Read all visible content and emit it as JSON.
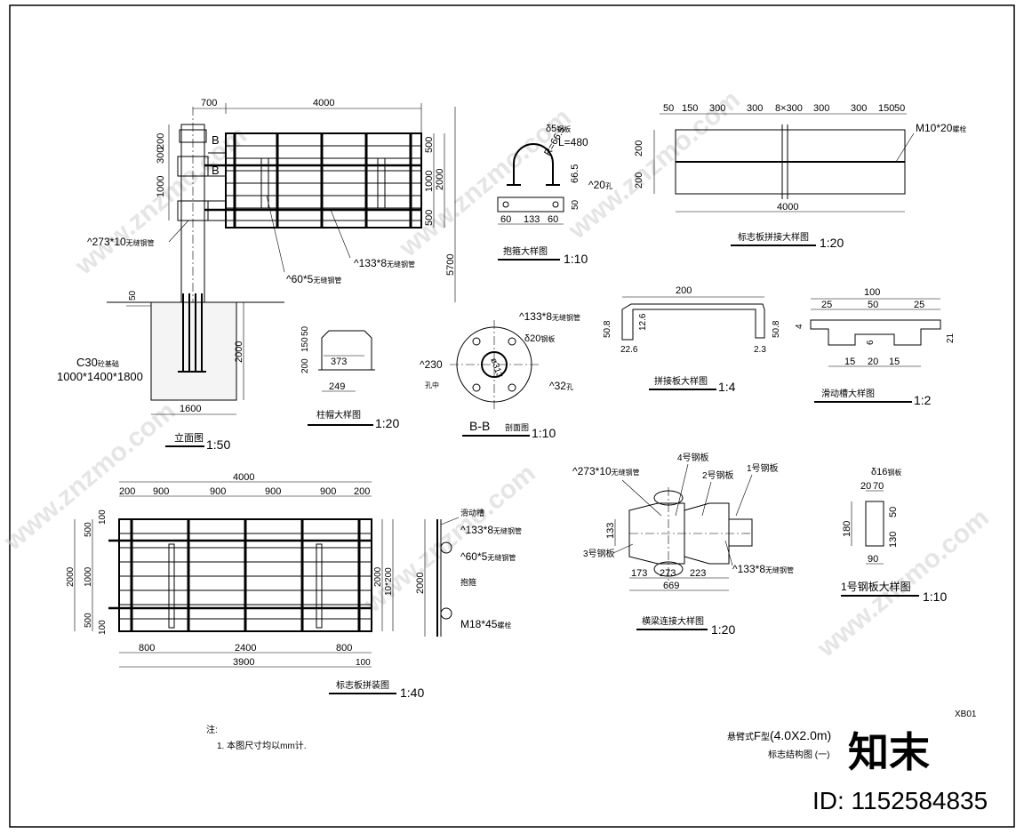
{
  "elevation": {
    "dims_top": [
      "700",
      "4000"
    ],
    "dims_left": [
      "200",
      "300",
      "1000"
    ],
    "dims_right": [
      "500",
      "1000",
      "500",
      "2000",
      "5700"
    ],
    "section_marks": [
      "B",
      "B"
    ],
    "labels": [
      "^273*10",
      "^60*5",
      "^133*8"
    ],
    "label_suffix": [
      "无缝钢管",
      "无缝钢管",
      "无缝钢管"
    ],
    "foundation_label1": "C30",
    "foundation_label1_suffix": "砼基础",
    "foundation_label2": "1000*1400*1800",
    "dim_50": "50",
    "dim_2000": "2000",
    "dim_1600": "1600",
    "title": "立面图",
    "scale": "1:50"
  },
  "clamp": {
    "plate": "δ5",
    "plate_suffix": "钢板",
    "r": "R=66.5",
    "l": "L=480",
    "h": "66.5",
    "hole": "^20",
    "hole_suffix": "孔",
    "dims": [
      "60",
      "133",
      "60"
    ],
    "dim_50": "50",
    "title": "抱箍大样图",
    "scale": "1:10"
  },
  "sign_splice": {
    "dims_top": [
      "50",
      "150",
      "300",
      "300",
      "8×300",
      "300",
      "300",
      "150",
      "50"
    ],
    "dims_left": [
      "200",
      "200"
    ],
    "bolt": "M10*20",
    "bolt_suffix": "螺栓",
    "dim_4000": "4000",
    "title": "标志板拼接大样图",
    "scale": "1:20"
  },
  "cap": {
    "dims_left": [
      "200",
      "150",
      "50"
    ],
    "dim_373": "373",
    "dim_249": "249",
    "title": "柱帽大样图",
    "scale": "1:20"
  },
  "section_bb": {
    "pipe": "^133*8",
    "pipe_suffix": "无缝钢管",
    "plate": "δ20",
    "plate_suffix": "钢板",
    "dia": "^230",
    "dia_sub": "孔中",
    "inner": "ø313",
    "hole": "^32",
    "hole_suffix": "孔",
    "title": "B-B",
    "title_suffix": "剖面图",
    "scale": "1:10"
  },
  "splice_plate": {
    "dim_200": "200",
    "dims": [
      "50.8",
      "12.6",
      "50.8",
      "22.6",
      "2.3"
    ],
    "title": "拼接板大样图",
    "scale": "1:4"
  },
  "slide": {
    "dim_100": "100",
    "dims_top": [
      "25",
      "50",
      "25"
    ],
    "dims": [
      "4",
      "6",
      "21"
    ],
    "dims_bottom": [
      "15",
      "20",
      "15"
    ],
    "title": "滑动槽大样图",
    "scale": "1:2"
  },
  "assembly": {
    "dim_4000": "4000",
    "dims_top": [
      "200",
      "900",
      "900",
      "900",
      "900",
      "200"
    ],
    "dims_left": [
      "100",
      "500",
      "1000",
      "2000",
      "500",
      "100"
    ],
    "dims_right": [
      "2000",
      "10*200"
    ],
    "dims_bottom": [
      "800",
      "2400",
      "800",
      "3900",
      "100"
    ],
    "title": "标志板拼装图",
    "scale": "1:40"
  },
  "side": {
    "labels": [
      "滑动槽",
      "^133*8",
      "^60*5",
      "抱箍",
      "M18*45"
    ],
    "suffixes": [
      "",
      "无缝钢管",
      "无缝钢管",
      "",
      "螺栓"
    ],
    "dim_2000": "2000"
  },
  "beam_joint": {
    "labels": [
      "^273*10",
      "4号钢板",
      "2号钢板",
      "1号钢板",
      "3号钢板",
      "^133*8"
    ],
    "suffixes": [
      "无缝钢管",
      "",
      "",
      "",
      "",
      "无缝钢管"
    ],
    "dims": [
      "133",
      "173",
      "273",
      "223",
      "669"
    ],
    "title": "横梁连接大样图",
    "scale": "1:20"
  },
  "plate1": {
    "plate": "δ16",
    "plate_suffix": "钢板",
    "dims": [
      "20",
      "70",
      "50",
      "180",
      "130",
      "90"
    ],
    "title": "1号钢板大样图",
    "scale": "1:10"
  },
  "notes": {
    "head": "注:",
    "line1": "1. 本图尺寸均以mm计."
  },
  "title_block": {
    "code": "XB01",
    "line1_pre": "悬臂式",
    "line1_f": "F",
    "line1_mid": "型",
    "line1_dim": "(4.0X2.0m)",
    "line2": "标志结构图 (一)"
  },
  "watermark": {
    "text": "www.znzmo.com",
    "brand": "知末",
    "id": "ID: 1152584835"
  }
}
